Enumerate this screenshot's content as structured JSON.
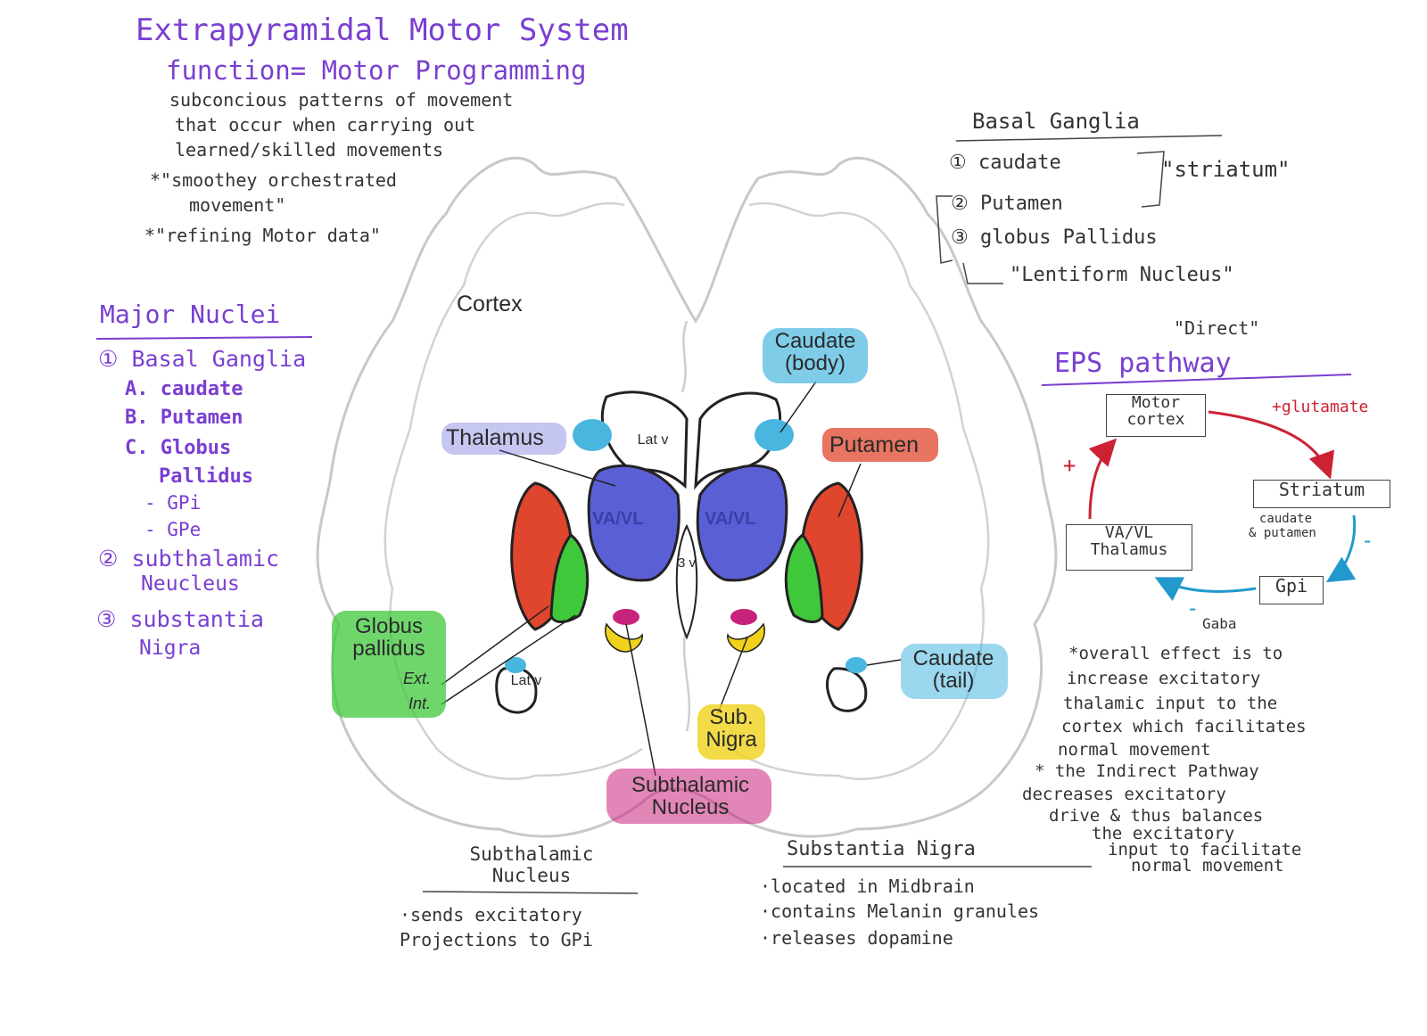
{
  "header": {
    "title": "Extrapyramidal Motor System",
    "function": "function= Motor Programming",
    "desc1": "subconcious patterns of movement",
    "desc2": "that occur when carrying out",
    "desc3": "learned/skilled movements",
    "quote1a": "*\"smoothey orchestrated",
    "quote1b": "movement\"",
    "quote2": "*\"refining Motor data\""
  },
  "major_nuclei": {
    "title": "Major Nuclei",
    "items": [
      "① Basal Ganglia",
      "A. caudate",
      "B. Putamen",
      "C. Globus",
      "Pallidus",
      "- GPi",
      "- GPe",
      "② subthalamic",
      "Neucleus",
      "③ substantia",
      "Nigra"
    ]
  },
  "basal_ganglia": {
    "title": "Basal Ganglia",
    "item1": "① caudate",
    "item2": "② Putamen",
    "item3": "③ globus Pallidus",
    "striatum": "\"striatum\"",
    "lentiform": "\"Lentiform Nucleus\""
  },
  "pathway": {
    "direct": "\"Direct\"",
    "title": "EPS pathway",
    "motor_cortex": "Motor cortex",
    "striatum": "Striatum",
    "striatum_note1": "caudate",
    "striatum_note2": "& putamen",
    "gpi": "Gpi",
    "thalamus": "VA/VL Thalamus",
    "glutamate": "+glutamate",
    "plus": "+",
    "minus1": "-",
    "minus2": "-",
    "gaba": "Gaba",
    "colors": {
      "excite": "#cc2233",
      "inhibit": "#2299cc"
    }
  },
  "effects": {
    "lines": [
      "*overall effect is to",
      "increase excitatory",
      "thalamic input to the",
      "cortex which facilitates",
      "normal movement",
      "* the Indirect Pathway",
      "decreases excitatory",
      "drive & thus balances",
      "the excitatory",
      "input to facilitate",
      "normal movement"
    ]
  },
  "brain_labels": {
    "cortex": "Cortex",
    "caudate_body": "Caudate (body)",
    "thalamus": "Thalamus",
    "putamen": "Putamen",
    "lat_v": "Lat v",
    "vavl": "VA/VL",
    "third_v": "3 v",
    "globus_pallidus": "Globus pallidus",
    "ext": "Ext.",
    "int": "Int.",
    "caudate_tail": "Caudate (tail)",
    "sub_nigra": "Sub. Nigra",
    "subthalamic_nucleus": "Subthalamic Nucleus",
    "colors": {
      "caudate": "#49b6e0",
      "thalamus": "#5b5fd6",
      "putamen": "#e0452e",
      "globus": "#3fc83a",
      "nigra": "#f0d21a",
      "subthalamic": "#c8237a"
    }
  },
  "notes": {
    "stn_title": "Subthalamic Nucleus",
    "stn_lines": [
      "·sends excitatory",
      "Projections to GPi"
    ],
    "sn_title": "Substantia Nigra",
    "sn_lines": [
      "·located in Midbrain",
      "·contains Melanin granules",
      "·releases dopamine"
    ]
  }
}
